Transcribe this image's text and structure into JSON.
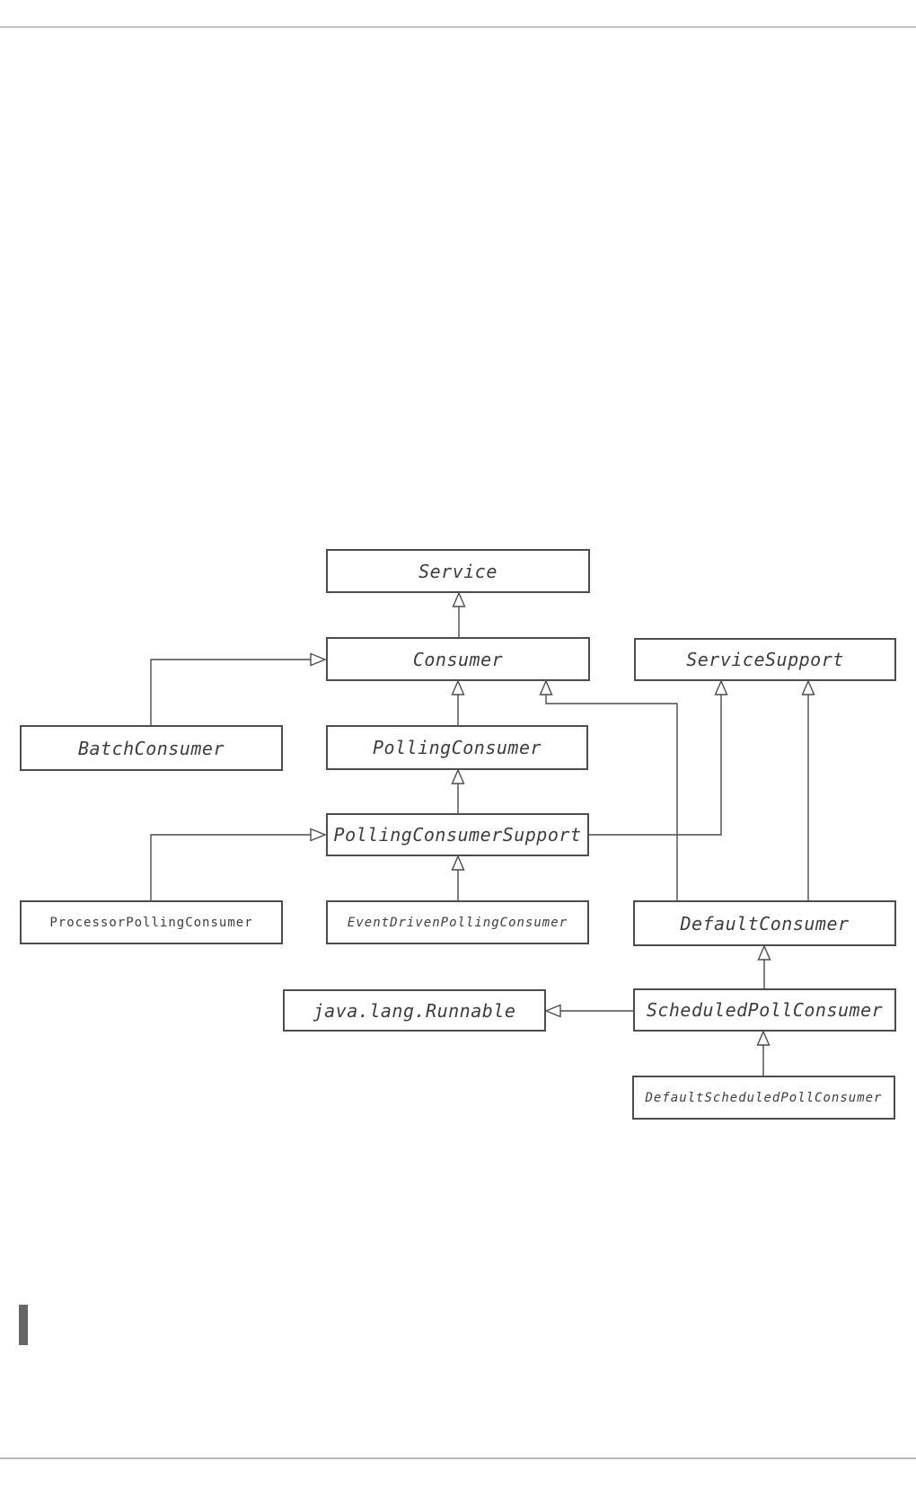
{
  "page": {
    "background": "#ffffff",
    "top_rule_color": "#c4c4c4",
    "bottom_rule_color": "#b6b6b6",
    "section_marker_color": "#666666"
  },
  "diagram": {
    "type": "uml-class-inheritance-diagram",
    "line_color": "#4d4d4d",
    "nodes": [
      {
        "id": "service",
        "label": "Service",
        "abstract": true
      },
      {
        "id": "consumer",
        "label": "Consumer",
        "abstract": true
      },
      {
        "id": "service-support",
        "label": "ServiceSupport",
        "abstract": true
      },
      {
        "id": "batch-consumer",
        "label": "BatchConsumer",
        "abstract": true
      },
      {
        "id": "polling-consumer",
        "label": "PollingConsumer",
        "abstract": true
      },
      {
        "id": "polling-consumer-support",
        "label": "PollingConsumerSupport",
        "abstract": true
      },
      {
        "id": "processor-polling-consumer",
        "label": "ProcessorPollingConsumer",
        "abstract": false
      },
      {
        "id": "event-driven-polling-consumer",
        "label": "EventDrivenPollingConsumer",
        "abstract": true
      },
      {
        "id": "default-consumer",
        "label": "DefaultConsumer",
        "abstract": true
      },
      {
        "id": "java-lang-runnable",
        "label": "java.lang.Runnable",
        "abstract": true
      },
      {
        "id": "scheduled-poll-consumer",
        "label": "ScheduledPollConsumer",
        "abstract": true
      },
      {
        "id": "default-scheduled-poll-consumer",
        "label": "DefaultScheduledPollConsumer",
        "abstract": true
      }
    ],
    "edges": [
      {
        "from": "Consumer",
        "to": "Service",
        "relation": "generalization"
      },
      {
        "from": "BatchConsumer",
        "to": "Consumer",
        "relation": "generalization"
      },
      {
        "from": "PollingConsumer",
        "to": "Consumer",
        "relation": "generalization"
      },
      {
        "from": "DefaultConsumer",
        "to": "Consumer",
        "relation": "generalization"
      },
      {
        "from": "PollingConsumerSupport",
        "to": "PollingConsumer",
        "relation": "generalization"
      },
      {
        "from": "ProcessorPollingConsumer",
        "to": "PollingConsumerSupport",
        "relation": "generalization"
      },
      {
        "from": "EventDrivenPollingConsumer",
        "to": "PollingConsumerSupport",
        "relation": "generalization"
      },
      {
        "from": "PollingConsumerSupport",
        "to": "ServiceSupport",
        "relation": "generalization"
      },
      {
        "from": "DefaultConsumer",
        "to": "ServiceSupport",
        "relation": "generalization"
      },
      {
        "from": "ScheduledPollConsumer",
        "to": "DefaultConsumer",
        "relation": "generalization"
      },
      {
        "from": "ScheduledPollConsumer",
        "to": "java.lang.Runnable",
        "relation": "generalization"
      },
      {
        "from": "DefaultScheduledPollConsumer",
        "to": "ScheduledPollConsumer",
        "relation": "generalization"
      }
    ]
  }
}
